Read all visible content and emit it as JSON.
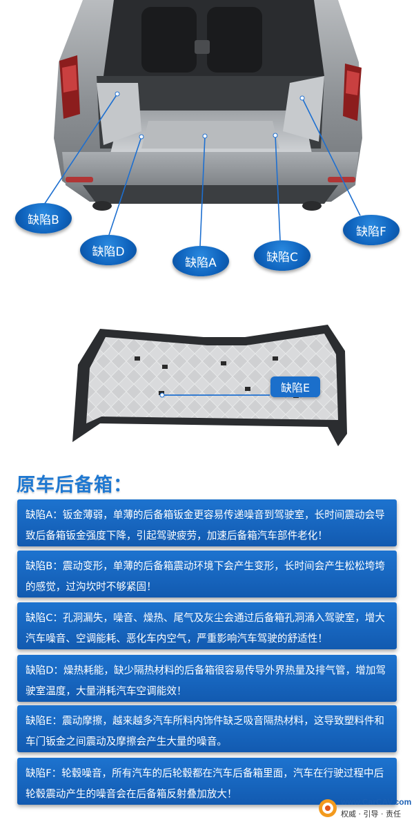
{
  "callouts": {
    "a": "缺陷A",
    "b": "缺陷B",
    "c": "缺陷C",
    "d": "缺陷D",
    "e": "缺陷E",
    "f": "缺陷F"
  },
  "section_title": "原车后备箱：",
  "defects": [
    {
      "id": "a",
      "text": "缺陷A：钣金薄弱，单薄的后备箱钣金更容易传递噪音到驾驶室，长时间震动会导致后备箱钣金强度下降，引起驾驶疲劳，加速后备箱汽车部件老化！"
    },
    {
      "id": "b",
      "text": "缺陷B：震动变形，单薄的后备箱震动环境下会产生变形，长时间会产生松松垮垮的感觉，过沟坎时不够紧固！"
    },
    {
      "id": "c",
      "text": "缺陷C：孔洞漏失，噪音、燥热、尾气及灰尘会通过后备箱孔洞涌入驾驶室，增大汽车噪音、空调能耗、恶化车内空气，严重影响汽车驾驶的舒适性！"
    },
    {
      "id": "d",
      "text": "缺陷D：燥热耗能，缺少隔热材料的后备箱很容易传导外界热量及排气管，增加驾驶室温度，大量消耗汽车空调能效！"
    },
    {
      "id": "e",
      "text": "缺陷E：震动摩擦，越来越多汽车所料内饰件缺乏吸音隔热材料，这导致塑料件和车门钣金之间震动及摩擦会产生大量的噪音。"
    },
    {
      "id": "f",
      "text": "缺陷F：轮毂噪音，所有汽车的后轮毂都在汽车后备箱里面，汽车在行驶过程中后轮毂震动产生的噪音会在后备箱反射叠加放大！"
    }
  ],
  "watermark": {
    "url": "www.CarCAV.com",
    "slogan": "权威 · 引导 · 责任"
  },
  "colors": {
    "accent_blue": "#1b6fcb",
    "title_blue": "#1f78d1"
  },
  "icons": {
    "watermark_logo": "carcav-logo-icon"
  }
}
